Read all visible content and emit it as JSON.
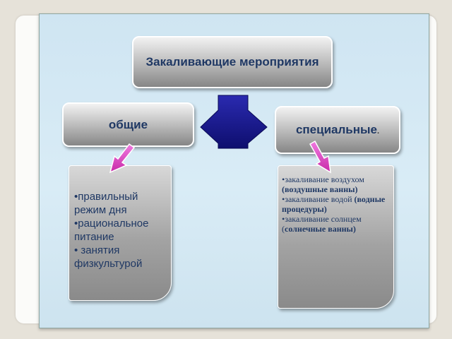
{
  "title": "Закаливающие мероприятия",
  "general": {
    "label": "общие",
    "items": [
      "•правильный режим дня",
      "•рациональное питание",
      "• занятия физкультурой"
    ]
  },
  "special": {
    "label": "специальные",
    "label_suffix": ".",
    "items": [
      {
        "text": "•закаливание воздухом ",
        "bold": "(воздушные ванны)"
      },
      {
        "text": "•закаливание водой ",
        "bold": "(водные процедуры)"
      },
      {
        "text": "•закаливание солнцем (",
        "bold": "солнечные ванны)"
      }
    ]
  },
  "colors": {
    "text": "#1f3864",
    "cross_arrow": "#1a1a8c",
    "pointer_arrow": "#e040c8",
    "background": "#cfe5f2"
  },
  "icons": [
    "four-way-arrow-icon",
    "arrow-down-left-icon",
    "arrow-down-right-icon"
  ]
}
